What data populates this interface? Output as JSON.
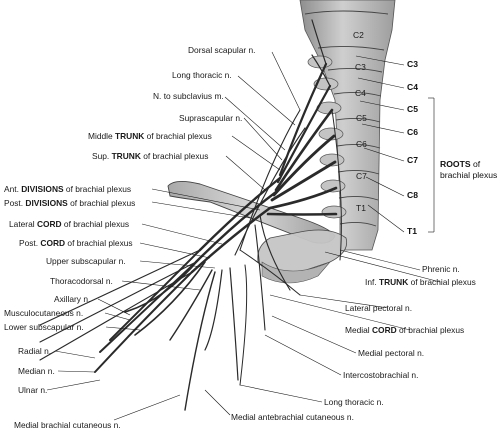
{
  "vertebrae": [
    "C2",
    "C3",
    "C4",
    "C5",
    "C6",
    "C7",
    "T1"
  ],
  "roots": [
    "C3",
    "C4",
    "C5",
    "C6",
    "C7",
    "C8",
    "T1"
  ],
  "roots_title": {
    "word": "ROOTS",
    "rest": " of",
    "line2": "brachial plexus"
  },
  "labels": {
    "dorsal_scapular": "Dorsal scapular n.",
    "long_thoracic_top": "Long thoracic n.",
    "n_subclavius": "N. to subclavius m.",
    "suprascapular": "Suprascapular n.",
    "middle_trunk_pre": "Middle ",
    "middle_trunk_bold": "TRUNK",
    "middle_trunk_post": " of brachial plexus",
    "sup_trunk_pre": "Sup. ",
    "sup_trunk_bold": "TRUNK",
    "sup_trunk_post": " of brachial plexus",
    "ant_div_pre": "Ant. ",
    "ant_div_bold": "DIVISIONS",
    "ant_div_post": " of brachial plexus",
    "post_div_pre": "Post. ",
    "post_div_bold": "DIVISIONS",
    "post_div_post": " of brachial plexus",
    "lat_cord_pre": "Lateral ",
    "lat_cord_bold": "CORD",
    "lat_cord_post": " of brachial plexus",
    "post_cord_pre": "Post. ",
    "post_cord_bold": "CORD",
    "post_cord_post": " of brachial plexus",
    "upper_subscap": "Upper subscapular n.",
    "thoracodorsal": "Thoracodorsal n.",
    "axillary": "Axillary n.",
    "musculocutaneous": "Musculocutaneous n.",
    "lower_subscap": "Lower subscapular n.",
    "radial": "Radial n.",
    "median": "Median n.",
    "ulnar": "Ulnar n.",
    "medial_brachial": "Medial brachial cutaneous n.",
    "medial_antebrachial": "Medial antebrachial cutaneous n.",
    "long_thoracic_bottom": "Long thoracic n.",
    "intercostobrachial": "Intercostobrachial n.",
    "medial_pectoral": "Medial pectoral n.",
    "medial_cord_pre": "Medial ",
    "medial_cord_bold": "CORD",
    "medial_cord_post": " of brachial plexus",
    "lateral_pectoral": "Lateral pectoral n.",
    "inf_trunk_pre": "Inf. ",
    "inf_trunk_bold": "TRUNK",
    "inf_trunk_post": " of brachial plexus",
    "phrenic": "Phrenic n."
  }
}
